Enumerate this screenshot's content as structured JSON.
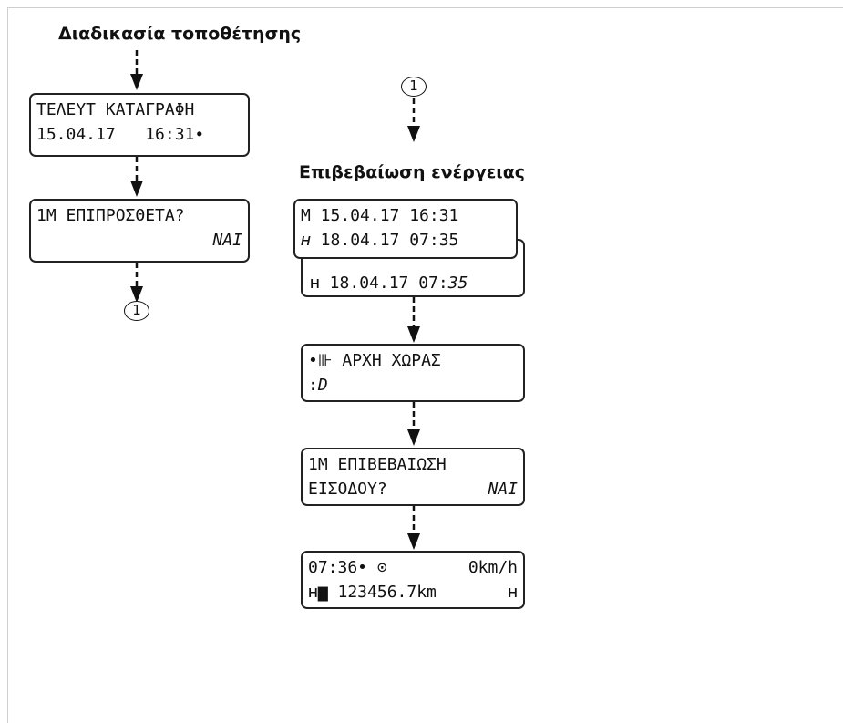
{
  "left": {
    "heading": "Διαδικασία τοποθέτησης",
    "screen1": {
      "line1": "ΤΕΛΕΥΤ ΚΑΤΑΓΡΑΦΗ",
      "line2": "15.04.17   16:31",
      "line2_symbol": "∙"
    },
    "screen2": {
      "line1": "1Μ ΕΠΙΠΡΟΣΘΕΤΑ?",
      "line2": "ΝΑΙ"
    },
    "connector_label": "1"
  },
  "right": {
    "connector_label": "1",
    "heading": "Επιβεβαίωση ενέργειας",
    "screen3_front": {
      "line1": "Μ 15.04.17 16:31",
      "line2_icon": "ʜ",
      "line2": " 18.04.17 07:35"
    },
    "screen3_back": {
      "line1": "Μ 15.04.17 16:31",
      "line2_icon": "ʜ",
      "line2": " 18.04.17 07:",
      "line2_italic": "35"
    },
    "screen4": {
      "line1_icon": "•⊪",
      "line1": " ΑΡΧΗ ΧΩΡΑΣ",
      "line2_prefix": ":",
      "line2": "D"
    },
    "screen5": {
      "line1": "1Μ ΕΠΙΒΕΒΑΙΩΣΗ",
      "line2": "ΕΙΣΟΔΟΥ?",
      "line2_right": "ΝΑΙ"
    },
    "screen6": {
      "line1_left": "07:36• ⊙",
      "line1_right": "0km/h",
      "line2_left": "ʜ▆ 123456.7km",
      "line2_right": "ʜ"
    }
  }
}
